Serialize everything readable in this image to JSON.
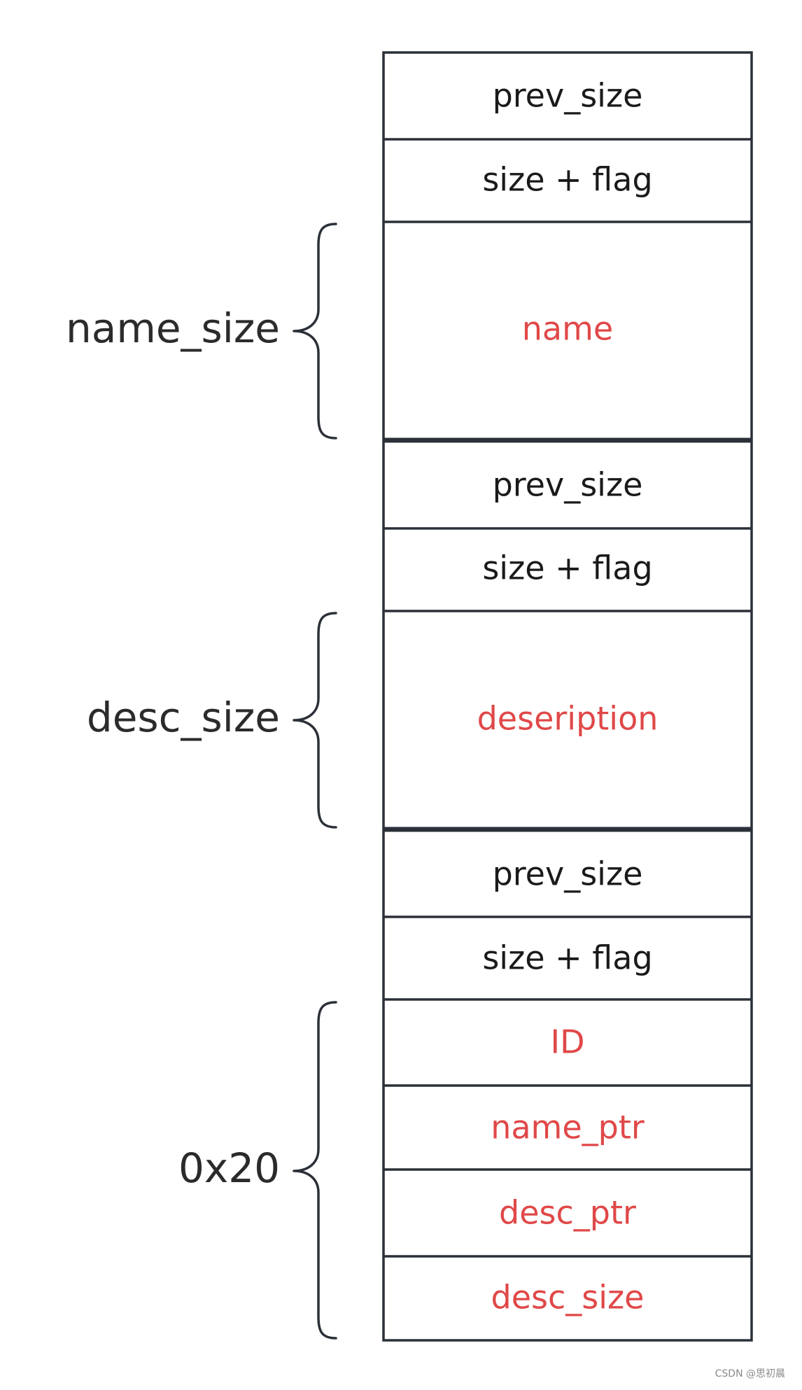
{
  "colors": {
    "outline": "#2b3038",
    "text": "#1a1a1a",
    "highlight": "#e04848",
    "label": "#2b2b2b"
  },
  "cells": [
    {
      "text": "prev_size",
      "highlight": false
    },
    {
      "text": "size + flag",
      "highlight": false
    },
    {
      "text": "name",
      "highlight": true
    },
    {
      "text": "prev_size",
      "highlight": false
    },
    {
      "text": "size + flag",
      "highlight": false
    },
    {
      "text": "deseription",
      "highlight": true
    },
    {
      "text": "prev_size",
      "highlight": false
    },
    {
      "text": "size + flag",
      "highlight": false
    },
    {
      "text": "ID",
      "highlight": true
    },
    {
      "text": "name_ptr",
      "highlight": true
    },
    {
      "text": "desc_ptr",
      "highlight": true
    },
    {
      "text": "desc_size",
      "highlight": true
    }
  ],
  "braces": [
    {
      "label": "name_size"
    },
    {
      "label": "desc_size"
    },
    {
      "label": "0x20"
    }
  ],
  "watermark": "CSDN @思初晨"
}
